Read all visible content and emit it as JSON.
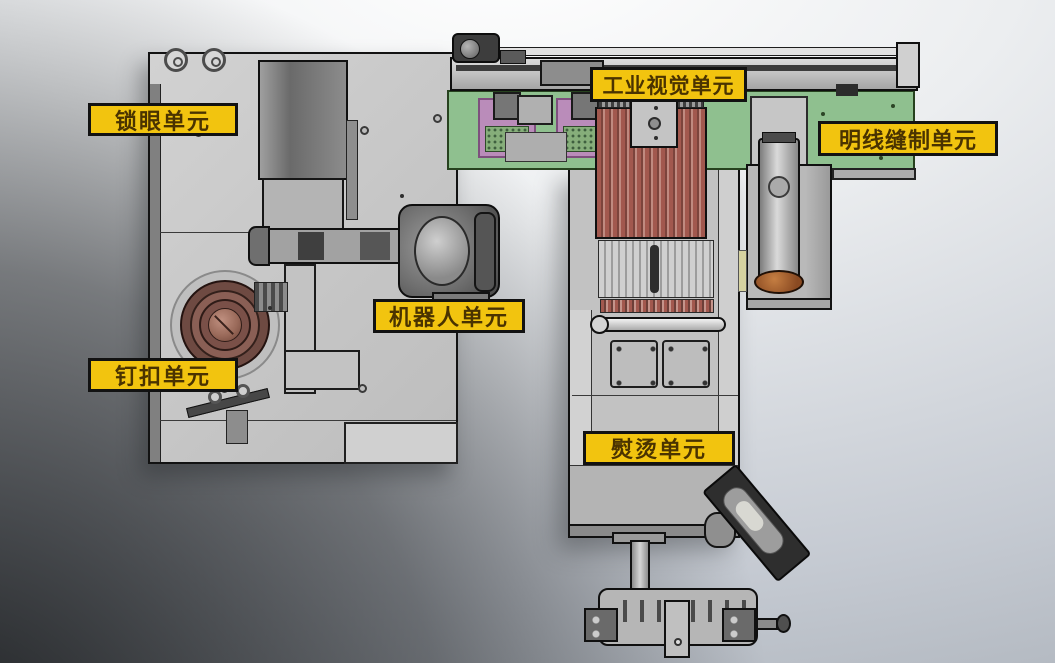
{
  "scene": {
    "type": "cad-machine-layout",
    "units": [
      {
        "id": "buttonhole",
        "label": "锁眼单元"
      },
      {
        "id": "vision",
        "label": "工业视觉单元"
      },
      {
        "id": "topstitch",
        "label": "明线缝制单元"
      },
      {
        "id": "robot",
        "label": "机器人单元"
      },
      {
        "id": "button",
        "label": "钉扣单元"
      },
      {
        "id": "ironing",
        "label": "熨烫单元"
      }
    ],
    "colors": {
      "label_bg": "#f2c40f",
      "label_text": "#4a3300",
      "label_border": "#121212",
      "platform_green": "#8fc08f",
      "machine_gray": "#c7c7c7",
      "stripe_red": "#a2584e",
      "bowl_brown": "#7d564e",
      "clamp_pink": "#ba8cba",
      "bg_dark_corner": "#3a3c3e",
      "bg_light": "#ffffff"
    }
  }
}
